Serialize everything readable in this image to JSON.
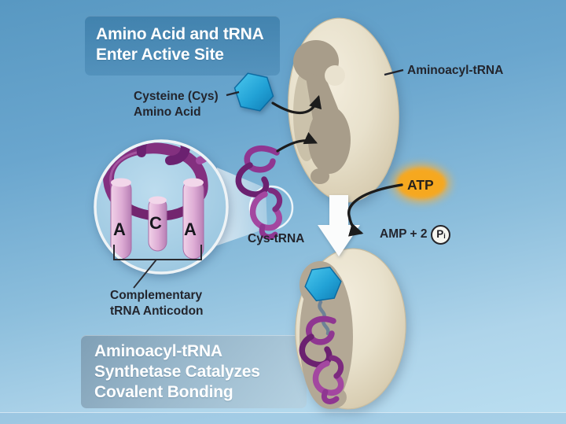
{
  "banners": {
    "top": {
      "line1": "Amino Acid and tRNA",
      "line2": "Enter Active Site"
    },
    "bottom": {
      "line1": "Aminoacyl-tRNA",
      "line2": "Synthetase Catalyzes",
      "line3": "Covalent Bonding"
    }
  },
  "labels": {
    "cysteine": {
      "line1": "Cysteine (Cys)",
      "line2": "Amino Acid"
    },
    "aminoacyl_trna": "Aminoacyl-tRNA",
    "atp": "ATP",
    "amp_prefix": "AMP + 2",
    "pi_symbol": "P",
    "pi_subscript": "i",
    "cys_trna": "Cys-tRNA",
    "anticodon_caption": {
      "line1": "Complementary",
      "line2": "tRNA Anticodon"
    }
  },
  "anticodon": {
    "letters": [
      "A",
      "C",
      "A"
    ]
  },
  "icons": {
    "amino_acid": "blue-hexagon",
    "atp_energy": "orange-glow",
    "transition": "white-down-arrow",
    "inset": "magnifier-circle"
  },
  "colors": {
    "background_top": "#5898c2",
    "background_bottom": "#bbdff1",
    "enzyme_body": "#e6dfca",
    "active_site": "#a89d8a",
    "ribbon_dark": "#6b2170",
    "ribbon_mid": "#8f3691",
    "ribbon_light": "#a14a9f",
    "cylinder_pink": "#dba8d2",
    "amino_acid_blue": "#2aa9dd",
    "atp_glow": "#f7a81e",
    "banner_text": "#ffffff",
    "label_text": "#23252d"
  }
}
